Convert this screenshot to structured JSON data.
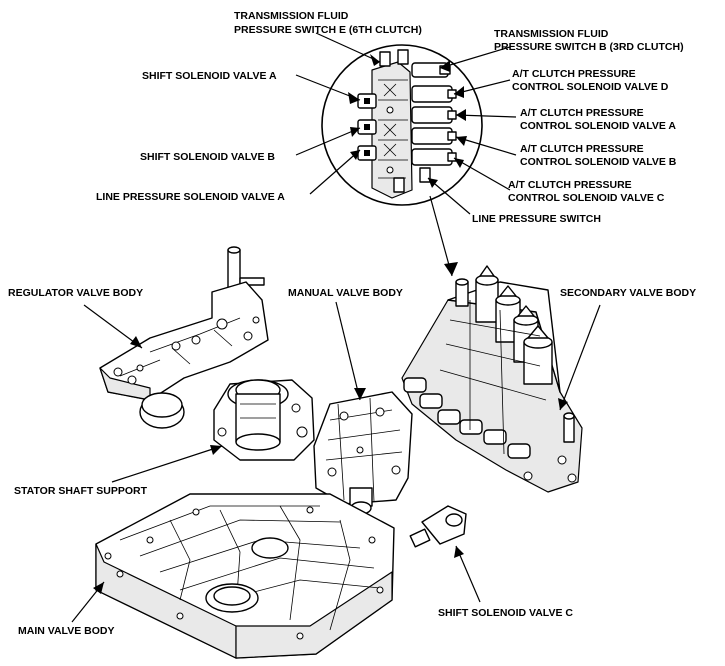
{
  "labels": {
    "tfps_e_line1": "TRANSMISSION FLUID",
    "tfps_e_line2": "PRESSURE SWITCH E (6TH CLUTCH)",
    "tfps_b_line1": "TRANSMISSION FLUID",
    "tfps_b_line2": "PRESSURE SWITCH B (3RD CLUTCH)",
    "ssv_a": "SHIFT SOLENOID VALVE A",
    "atcpcsv_d_line1": "A/T CLUTCH PRESSURE",
    "atcpcsv_d_line2": "CONTROL SOLENOID VALVE D",
    "atcpcsv_a_line1": "A/T CLUTCH PRESSURE",
    "atcpcsv_a_line2": "CONTROL SOLENOID VALVE A",
    "ssv_b": "SHIFT SOLENOID VALVE B",
    "atcpcsv_b_line1": "A/T CLUTCH PRESSURE",
    "atcpcsv_b_line2": "CONTROL SOLENOID VALVE B",
    "atcpcsv_c_line1": "A/T CLUTCH PRESSURE",
    "atcpcsv_c_line2": "CONTROL SOLENOID VALVE C",
    "lpsv_a": "LINE PRESSURE SOLENOID VALVE A",
    "line_pressure_switch": "LINE PRESSURE SWITCH",
    "regulator_valve_body": "REGULATOR VALVE BODY",
    "manual_valve_body": "MANUAL VALVE BODY",
    "secondary_valve_body": "SECONDARY VALVE BODY",
    "stator_shaft_support": "STATOR SHAFT SUPPORT",
    "main_valve_body": "MAIN VALVE BODY",
    "ssv_c": "SHIFT SOLENOID VALVE C"
  }
}
